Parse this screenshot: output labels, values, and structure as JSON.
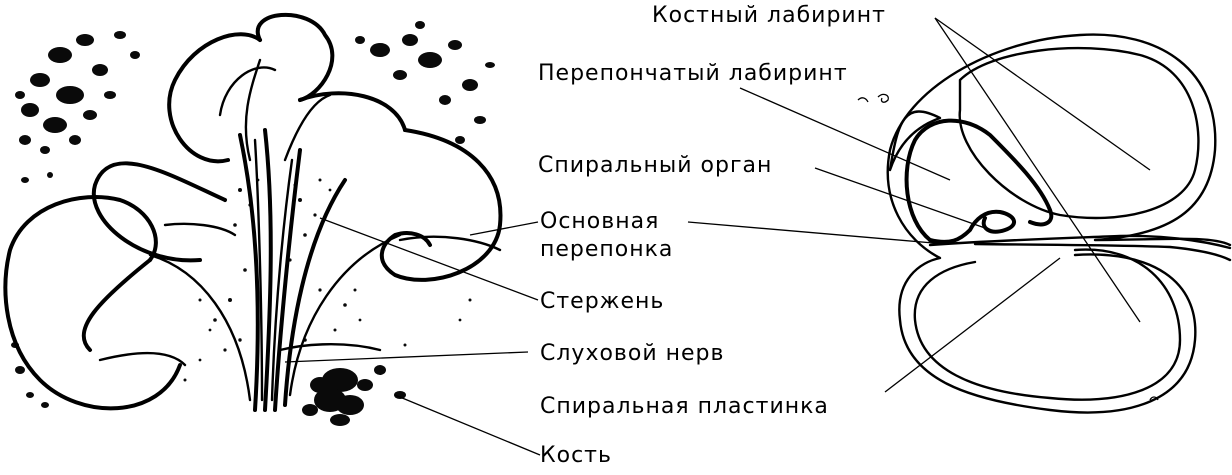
{
  "labels": {
    "bony_labyrinth": "Костный лабиринт",
    "membranous_labyrinth": "Перепончатый лабиринт",
    "spiral_organ": "Спиральный орган",
    "basilar_membrane_line1": "Основная",
    "basilar_membrane_line2": "перепонка",
    "modiolus": "Стержень",
    "auditory_nerve": "Слуховой нерв",
    "spiral_lamina": "Спиральная пластинка",
    "bone": "Кость"
  }
}
